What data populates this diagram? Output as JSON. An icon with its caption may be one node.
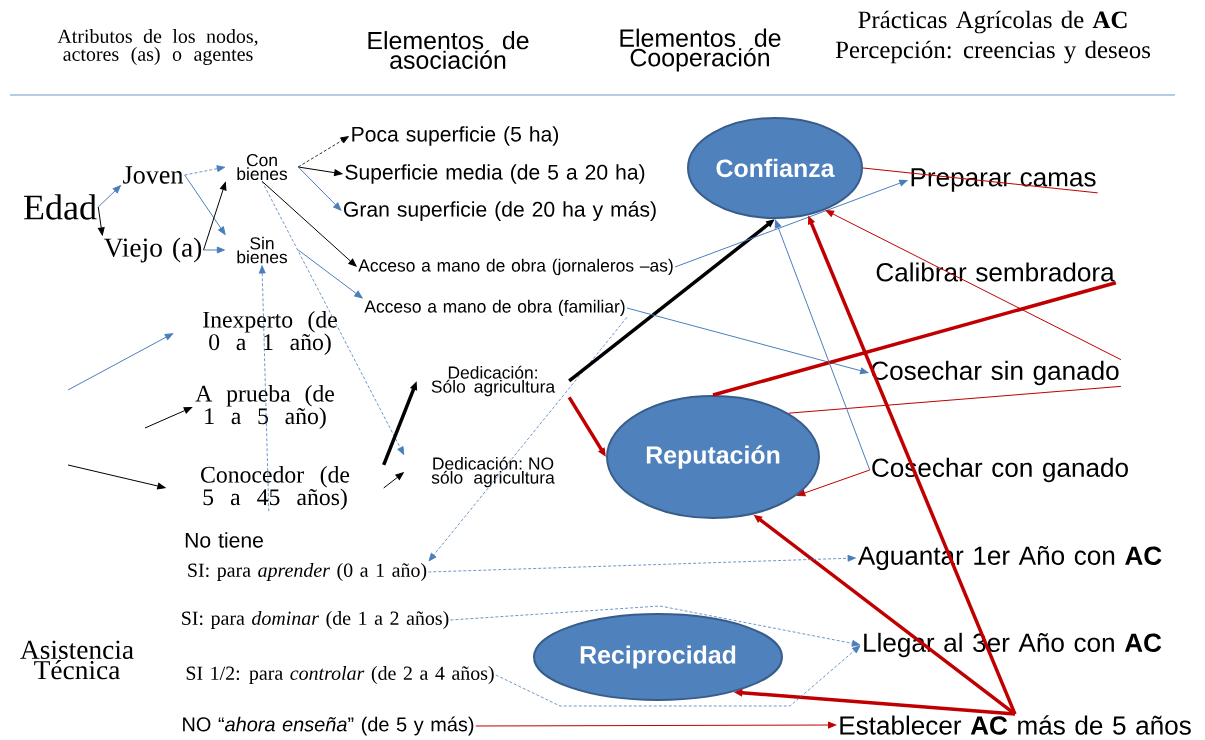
{
  "diagram": {
    "nodes": [
      {
        "text": [
          "Edad"
        ]
      },
      {
        "text": [
          "Joven"
        ]
      },
      {
        "text": [
          "Viejo (a)"
        ]
      },
      {
        "text": [
          "Con bienes"
        ]
      },
      {
        "text": [
          "Sin bienes"
        ]
      },
      {
        "text": [
          "Poca superficie (5 ha)"
        ]
      },
      {
        "text": [
          "Superficie media (de 5 a 20 ha)"
        ]
      },
      {
        "text": [
          "Gran superficie (de 20 ha y más)"
        ]
      },
      {
        "text": [
          "Acceso a mano de obra (jornaleros –as)"
        ]
      },
      {
        "text": [
          "Acceso a mano de obra (familiar)"
        ]
      },
      {
        "text": [
          "Inexperto (de 0 a 1 año)"
        ]
      },
      {
        "text": [
          "A prueba (de 1 a 5 año)"
        ]
      },
      {
        "text": [
          "Conocedor (de 5 a 45 años)"
        ]
      },
      {
        "text": [
          "Dedicación: Sólo agricultura"
        ]
      },
      {
        "text": [
          "Dedicación: NO sólo agricultura"
        ]
      },
      {
        "text": [
          "No tiene"
        ]
      },
      {
        "text": [
          "SI: para *aprender* (0 a 1 año)"
        ]
      },
      {
        "text": [
          "SI: para *dominar* (de 1 a 2 años)"
        ]
      },
      {
        "text": [
          "SI 1/2: para *controlar* (de 2 a 4 años)"
        ]
      },
      {
        "text": [
          "NO “*ahora enseña*” (de 5 y más)"
        ]
      },
      {
        "text": [
          "Confianza"
        ]
      },
      {
        "text": [
          "Reputación"
        ]
      },
      {
        "text": [
          "Reciprocidad"
        ]
      },
      {
        "text": [
          "Preparar camas"
        ]
      },
      {
        "text": [
          "Calibrar sembradora"
        ]
      },
      {
        "text": [
          "Cosechar sin ganado"
        ]
      },
      {
        "text": [
          "Cosechar con ganado"
        ]
      },
      {
        "text": [
          "Aguantar 1er Año con **AC**"
        ]
      },
      {
        "text": [
          "Llegar al 3er Año con **AC**"
        ]
      },
      {
        "text": [
          "Establecer **AC** más de 5 años"
        ]
      }
    ],
    "edges": [
      {
        "from": 0,
        "to": 1,
        "arrow": "to",
        "color": "#4a7ebb"
      },
      {
        "from": 0,
        "to": 2,
        "arrow": "to",
        "color": "#000000"
      },
      {
        "from": 1,
        "to": 3,
        "arrow": "to",
        "style": "dashed",
        "color": "#4a7ebb"
      },
      {
        "from": 1,
        "to": 4,
        "arrow": "to",
        "color": "#4a7ebb"
      },
      {
        "from": 2,
        "to": 3,
        "arrow": "to",
        "color": "#000000"
      },
      {
        "from": 2,
        "to": 4,
        "arrow": "to",
        "color": "#4a7ebb"
      },
      {
        "from": 3,
        "to": 5,
        "arrow": "to",
        "style": "dashed",
        "color": "#000000"
      },
      {
        "from": 3,
        "to": 6,
        "arrow": "to",
        "color": "#000000"
      },
      {
        "from": 3,
        "to": 7,
        "arrow": "to",
        "color": "#4a7ebb"
      },
      {
        "from": 3,
        "to": 8,
        "arrow": "to",
        "color": "#000000"
      },
      {
        "from": 3,
        "to": 14,
        "arrow": "to",
        "style": "dashed",
        "color": "#4a7ebb"
      },
      {
        "from": 4,
        "to": 9,
        "arrow": "to",
        "color": "#4a7ebb"
      },
      {
        "from": null,
        "to": 10,
        "arrow": "to",
        "color": "#4a7ebb"
      },
      {
        "from": null,
        "to": 11,
        "arrow": "to",
        "color": "#000000"
      },
      {
        "from": null,
        "to": 12,
        "arrow": "to",
        "color": "#000000"
      },
      {
        "from": 12,
        "to": 4,
        "arrow": "to",
        "style": "dashed",
        "color": "#4a7ebb"
      },
      {
        "from": 12,
        "to": 13,
        "arrow": "to",
        "style": "thick",
        "color": "#000000"
      },
      {
        "from": 12,
        "to": 14,
        "arrow": "to",
        "color": "#000000"
      },
      {
        "from": 9,
        "to": 16,
        "arrow": "to",
        "style": "dashed",
        "color": "#4a7ebb"
      },
      {
        "from": 13,
        "to": 20,
        "arrow": "to",
        "style": "thick",
        "color": "#000000"
      },
      {
        "from": 13,
        "to": 21,
        "arrow": "to",
        "style": "thick",
        "color": "#c00000"
      },
      {
        "from": 8,
        "to": 23,
        "arrow": "to",
        "color": "#4a7ebb"
      },
      {
        "from": 9,
        "to": 25,
        "arrow": "to",
        "color": "#4a7ebb"
      },
      {
        "from": 21,
        "to": 24,
        "arrow": "none",
        "style": "thick",
        "color": "#c00000"
      },
      {
        "from": 21,
        "to": 25,
        "arrow": "none",
        "color": "#c00000"
      },
      {
        "from": 26,
        "to": 20,
        "arrow": "to",
        "color": "#4a7ebb"
      },
      {
        "from": 26,
        "to": 21,
        "arrow": "to",
        "color": "#c00000"
      },
      {
        "from": 20,
        "to": 23,
        "arrow": "none",
        "color": "#c00000"
      },
      {
        "from": 25,
        "to": 20,
        "arrow": "to",
        "color": "#c00000"
      },
      {
        "from": 29,
        "to": 20,
        "arrow": "to",
        "style": "thick",
        "color": "#c00000"
      },
      {
        "from": 29,
        "to": 21,
        "arrow": "to",
        "style": "thick",
        "color": "#c00000"
      },
      {
        "from": 29,
        "to": 22,
        "arrow": "to",
        "style": "thick",
        "color": "#c00000"
      },
      {
        "from": 16,
        "to": 27,
        "arrow": "to",
        "style": "dashed",
        "color": "#4a7ebb"
      },
      {
        "from": 17,
        "to": 28,
        "arrow": "to",
        "style": "dashed",
        "color": "#4a7ebb"
      },
      {
        "from": 18,
        "to": 28,
        "arrow": "to",
        "style": "dashed",
        "color": "#4a7ebb"
      },
      {
        "from": 19,
        "to": 29,
        "arrow": "to",
        "color": "#c00000"
      }
    ],
    "labels": [
      "Atributos de los nodos, actores (as) o agentes",
      "Elementos de asociación",
      "Elementos de Cooperación",
      "Prácticas Agrícolas de **AC**",
      "Percepción: creencias y deseos",
      "Asistencia Técnica"
    ]
  }
}
